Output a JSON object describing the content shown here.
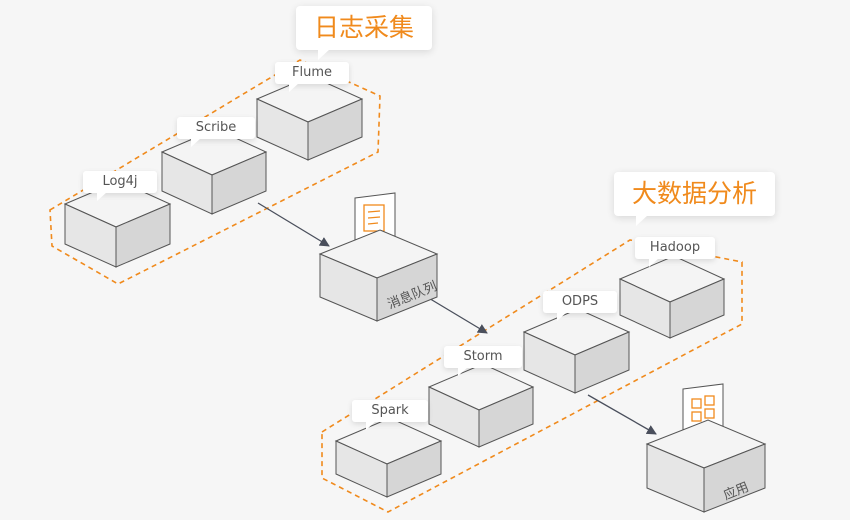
{
  "groups": {
    "log_collection": {
      "title": "日志采集"
    },
    "big_data_analysis": {
      "title": "大数据分析"
    }
  },
  "nodes": {
    "log4j": "Log4j",
    "scribe": "Scribe",
    "flume": "Flume",
    "message_queue": "消息队列",
    "spark": "Spark",
    "storm": "Storm",
    "odps": "ODPS",
    "hadoop": "Hadoop",
    "application": "应用"
  },
  "colors": {
    "accent": "#f08a1c",
    "box_top": "#f4f4f4",
    "box_left": "#e6e6e6",
    "box_right": "#d6d6d6",
    "edge": "#555555",
    "arrow": "#4a4f5c"
  }
}
